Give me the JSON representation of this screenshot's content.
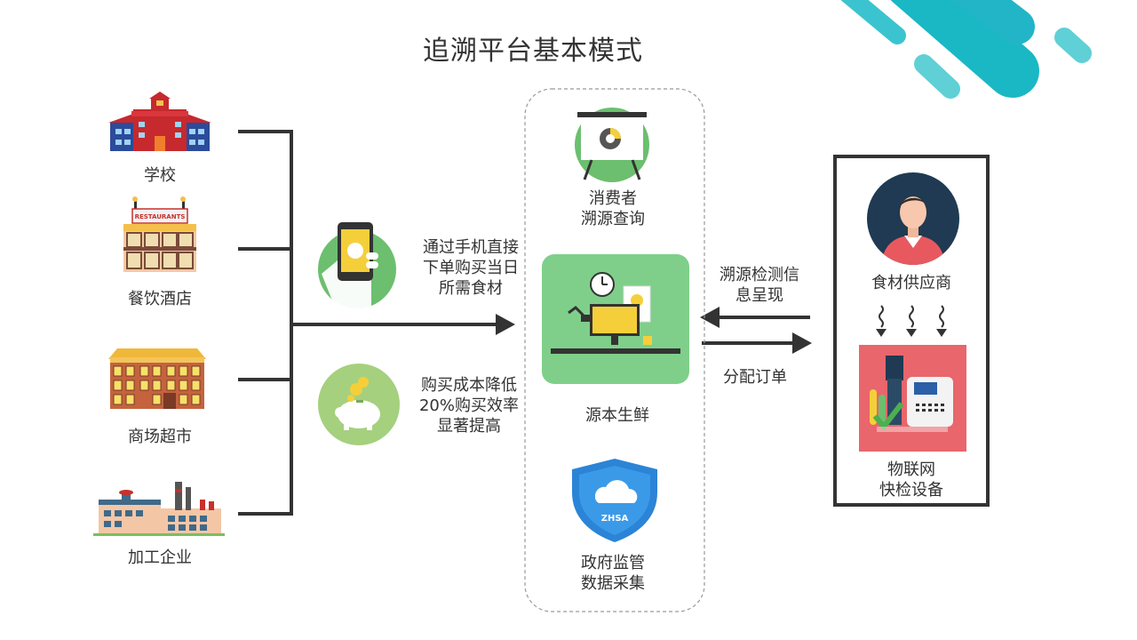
{
  "title": "追溯平台基本模式",
  "left_entities": [
    {
      "label": "学校"
    },
    {
      "label": "餐饮酒店"
    },
    {
      "label": "商场超市"
    },
    {
      "label": "加工企业"
    }
  ],
  "benefits": [
    {
      "line1": "通过手机直接",
      "line2": "下单购买当日",
      "line3": "所需食材"
    },
    {
      "line1": "购买成本降低",
      "line2": "20%购买效率",
      "line3": "显著提高"
    }
  ],
  "restaurant_sign": "RESTAURANTS",
  "center": {
    "consumer": {
      "line1": "消费者",
      "line2": "溯源查询"
    },
    "platform": "源本生鲜",
    "government": {
      "line1": "政府监管",
      "line2": "数据采集"
    },
    "shield_text": "ZHSA"
  },
  "arrows": {
    "traceability": {
      "line1": "溯源检测信",
      "line2": "息呈现"
    },
    "dispatch": "分配订单"
  },
  "right_panel": {
    "supplier": "食材供应商",
    "iot": {
      "line1": "物联网",
      "line2": "快检设备"
    }
  },
  "colors": {
    "teal": "#1ab8c4",
    "green": "#7fcf8a",
    "dark": "#333333",
    "red_panel": "#e8666c",
    "navy": "#1f3a52"
  }
}
